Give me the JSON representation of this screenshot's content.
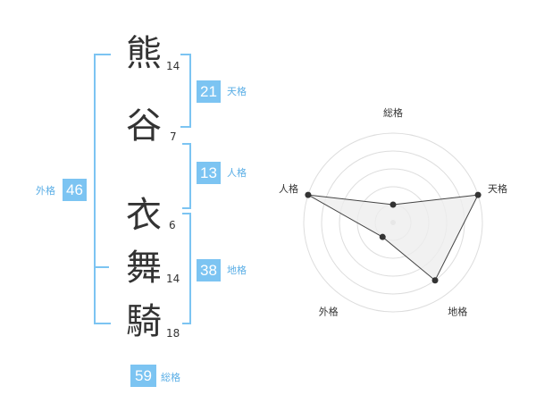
{
  "name": {
    "characters": [
      {
        "char": "熊",
        "strokes": "14"
      },
      {
        "char": "谷",
        "strokes": "7"
      },
      {
        "char": "衣",
        "strokes": "6"
      },
      {
        "char": "舞",
        "strokes": "14"
      },
      {
        "char": "騎",
        "strokes": "18"
      }
    ]
  },
  "fortunes": {
    "tenkaku": {
      "value": "21",
      "label": "天格"
    },
    "jinkaku": {
      "value": "13",
      "label": "人格"
    },
    "chikaku": {
      "value": "38",
      "label": "地格"
    },
    "gaikaku": {
      "value": "46",
      "label": "外格"
    },
    "soukaku": {
      "value": "59",
      "label": "総格"
    }
  },
  "chart_data": {
    "type": "radar",
    "categories": [
      "総格",
      "天格",
      "地格",
      "外格",
      "人格"
    ],
    "values": [
      1,
      5,
      4,
      1,
      5
    ],
    "range": [
      0,
      5
    ],
    "rings": 5,
    "colors": {
      "line": "#444444",
      "fill": "#eeeeee",
      "point": "#333333",
      "grid": "#dddddd"
    }
  }
}
